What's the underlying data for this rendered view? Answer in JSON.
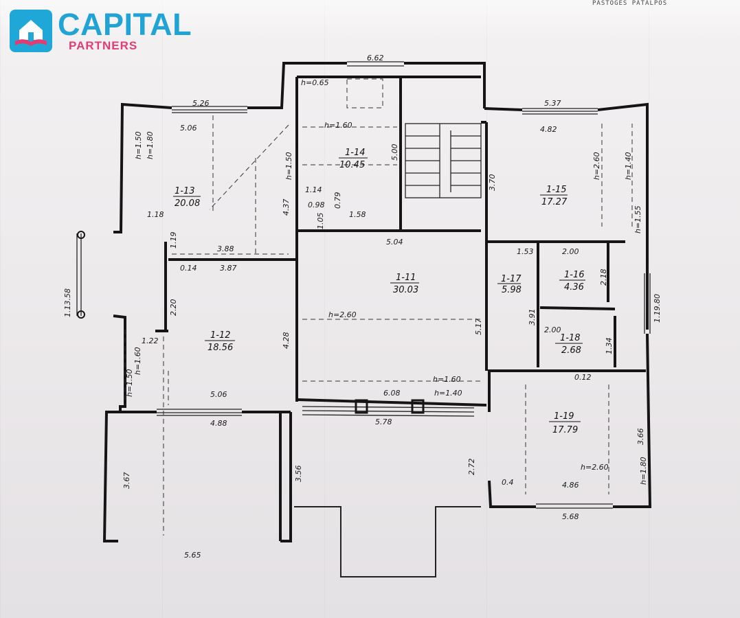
{
  "brand": {
    "name": "CAPITAL",
    "sub": "PARTNERS",
    "primary_color": "#21a3d6",
    "accent_color": "#e23c71"
  },
  "stamp": "PASTOGES PATALPOS",
  "rooms": [
    {
      "id": "1-13",
      "area": "20.08"
    },
    {
      "id": "1-14",
      "area": "10.45"
    },
    {
      "id": "1-15",
      "area": "17.27"
    },
    {
      "id": "1-11",
      "area": "30.03"
    },
    {
      "id": "1-12",
      "area": "18.56"
    },
    {
      "id": "1-17",
      "area": "5.98"
    },
    {
      "id": "1-16",
      "area": "4.36"
    },
    {
      "id": "1-18",
      "area": "2.68"
    },
    {
      "id": "1-19",
      "area": "17.79"
    }
  ],
  "dims": {
    "d_662": "6.62",
    "d_h065": "h=0.65",
    "d_526": "5.26",
    "d_506a": "5.06",
    "d_h160a": "h=1.60",
    "d_h150a": "h=1.50",
    "d_h180a": "h=1.80",
    "d_h150b": "h=1.50",
    "d_500": "5.00",
    "d_537": "5.37",
    "d_482": "4.82",
    "d_h260a": "h=2.60",
    "d_h140a": "h=1.40",
    "d_370": "3.70",
    "d_114": "1.14",
    "d_098": "0.98",
    "d_079": "0.79",
    "d_437": "4.37",
    "d_118": "1.18",
    "d_158": "1.58",
    "d_105": "1.05",
    "d_504": "5.04",
    "d_388": "3.88",
    "d_119": "1.19",
    "d_h155": "h=1.55",
    "d_153": "1.53",
    "d_200a": "2.00",
    "d_014": "0.14",
    "d_387": "3.87",
    "d_218": "2.18",
    "d_1358": "1.13.58",
    "d_h260b": "h=2.60",
    "d_1980": "1.19.80",
    "d_220": "2.20",
    "d_428": "4.28",
    "d_391": "3.91",
    "d_517": "5.17",
    "d_200b": "2.00",
    "d_122": "1.22",
    "d_h160b": "h=1.60",
    "d_134": "1.34",
    "d_h150c": "h=1.50",
    "d_012": "0.12",
    "d_h160c": "h=1.60",
    "d_608": "6.08",
    "d_h140b": "h=1.40",
    "d_506b": "5.06",
    "d_488": "4.88",
    "d_578": "5.78",
    "d_356": "3.56",
    "d_272": "2.72",
    "d_367": "3.67",
    "d_366": "3.66",
    "d_h260c": "h=2.60",
    "d_h180b": "h=1.80",
    "d_04": "0.4",
    "d_486": "4.86",
    "d_568": "5.68",
    "d_565": "5.65"
  }
}
